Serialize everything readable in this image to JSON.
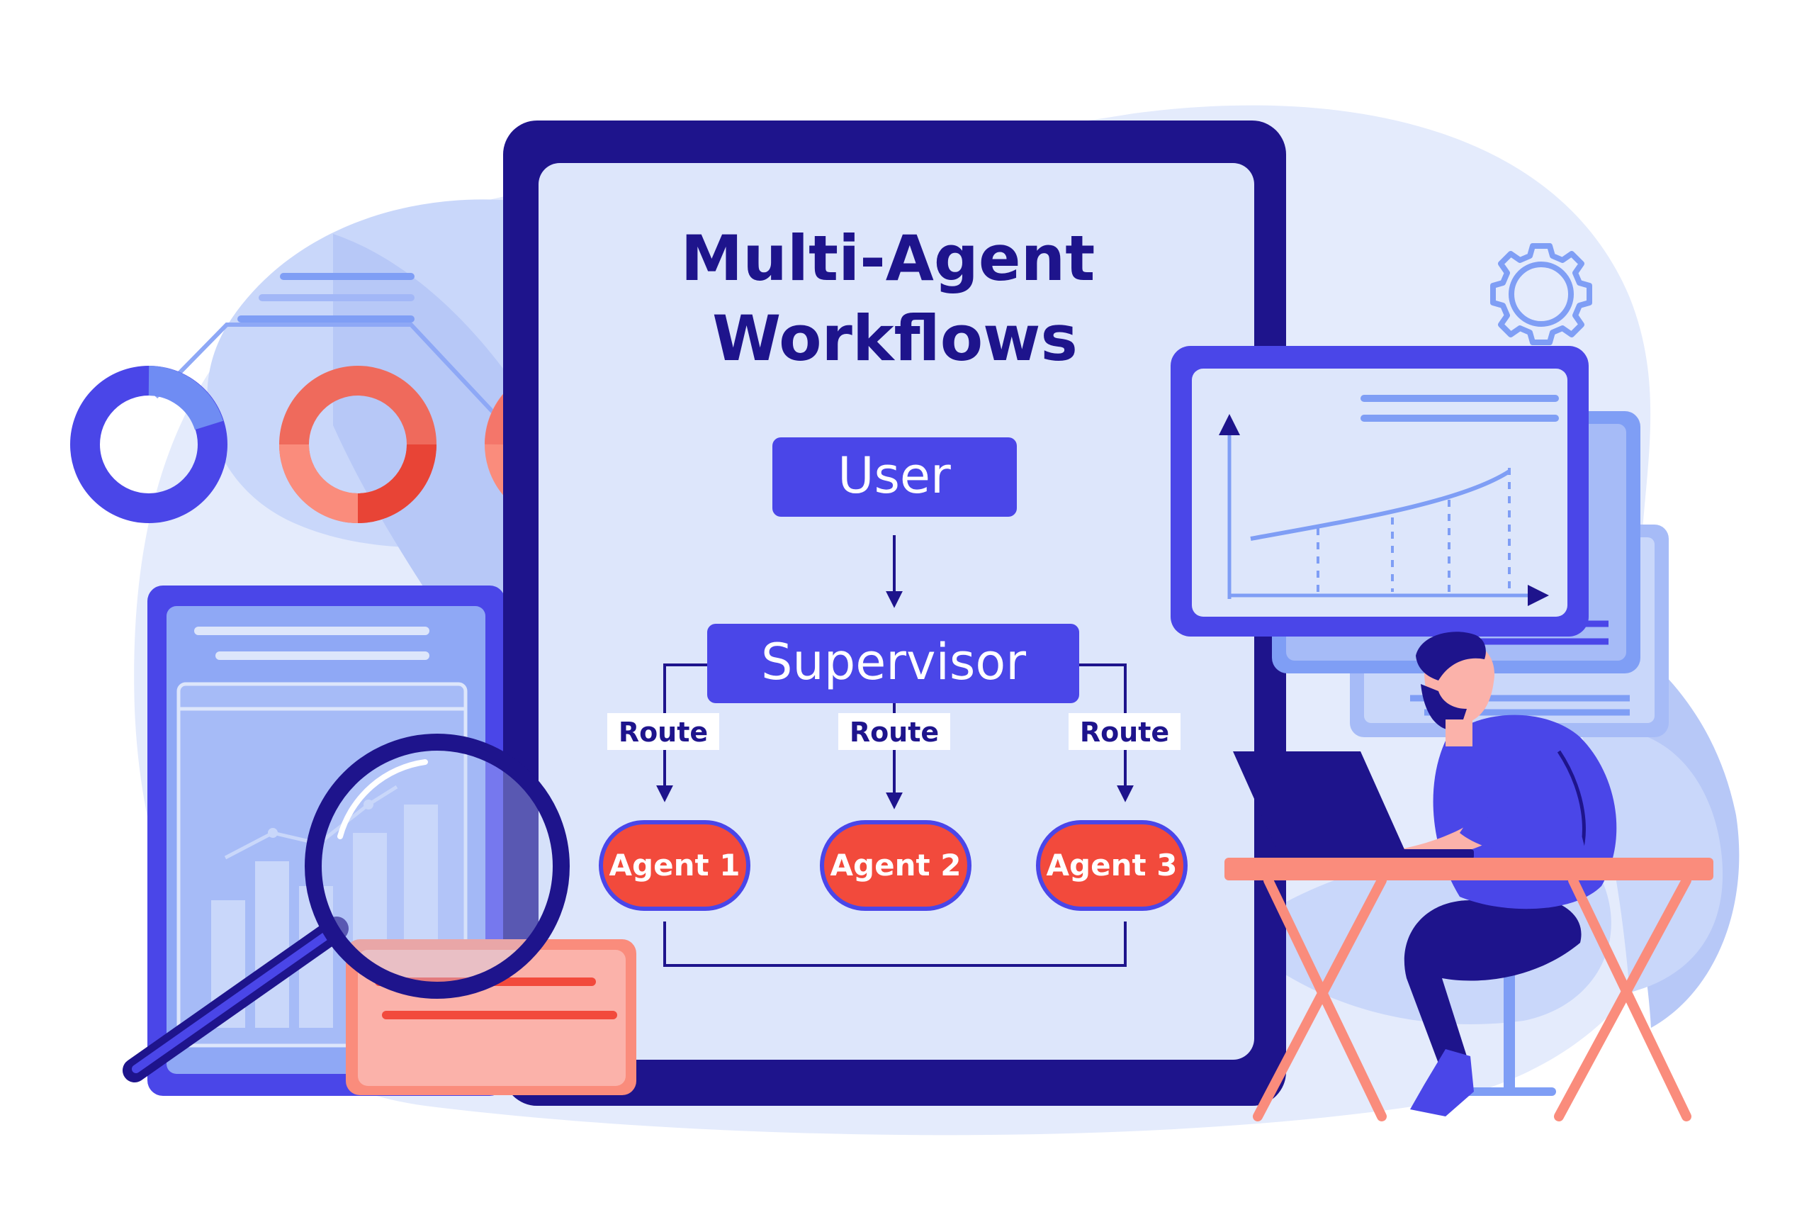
{
  "title": {
    "line1": "Multi-Agent",
    "line2": "Workflows"
  },
  "diagram": {
    "user": "User",
    "supervisor": "Supervisor",
    "routes": [
      "Route",
      "Route",
      "Route"
    ],
    "agents": [
      "Agent 1",
      "Agent 2",
      "Agent 3"
    ]
  },
  "colors": {
    "navy": "#1e148c",
    "indigo": "#4a46e8",
    "coral": "#f24a3c",
    "salmon": "#fa8c7c",
    "pale_blue": "#dde6fb",
    "light_blue": "#b7c8f7"
  },
  "icons": [
    "gear-icon",
    "magnifier-icon",
    "laptop-icon"
  ]
}
